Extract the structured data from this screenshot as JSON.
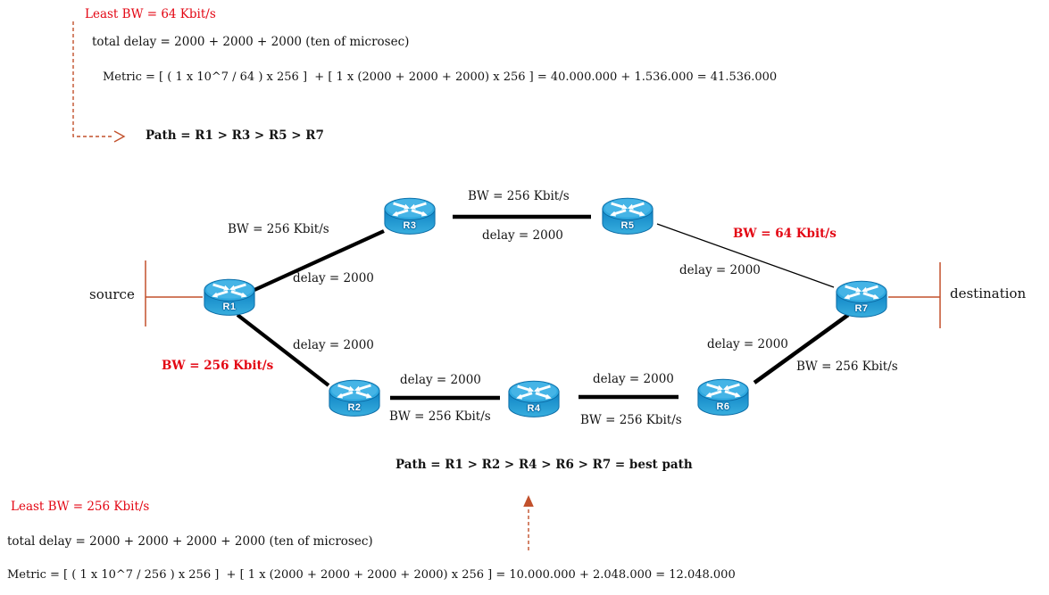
{
  "title": "EIGRP metric calculation network diagram",
  "top_analysis": {
    "least_bw": "Least BW = 64 Kbit/s",
    "total_delay": "total delay = 2000 + 2000 + 2000 (ten of microsec)",
    "metric": "Metric = [ ( 1 x 10^7 / 64 ) x 256 ]  + [ 1 x (2000 + 2000 + 2000) x 256 ] = 40.000.000 + 1.536.000 = 41.536.000",
    "path": "Path = R1 > R3 > R5 > R7"
  },
  "bottom_analysis": {
    "least_bw": "Least BW = 256 Kbit/s",
    "total_delay": "total delay = 2000 + 2000 + 2000 + 2000 (ten of microsec)",
    "metric": "Metric = [ ( 1 x 10^7 / 256 ) x 256 ]  + [ 1 x (2000 + 2000 + 2000 + 2000) x 256 ] = 10.000.000 + 2.048.000 = 12.048.000",
    "path": "Path = R1 > R2 > R4 > R6 > R7 = best path"
  },
  "endpoints": {
    "source": "source",
    "destination": "destination"
  },
  "routers": [
    {
      "id": "R1",
      "label": "R1"
    },
    {
      "id": "R2",
      "label": "R2"
    },
    {
      "id": "R3",
      "label": "R3"
    },
    {
      "id": "R4",
      "label": "R4"
    },
    {
      "id": "R5",
      "label": "R5"
    },
    {
      "id": "R6",
      "label": "R6"
    },
    {
      "id": "R7",
      "label": "R7"
    }
  ],
  "links": [
    {
      "from": "R1",
      "to": "R3",
      "bw": "BW = 256 Kbit/s",
      "delay": "delay = 2000",
      "highlight": false,
      "thin": false
    },
    {
      "from": "R3",
      "to": "R5",
      "bw": "BW = 256 Kbit/s",
      "delay": "delay = 2000",
      "highlight": false,
      "thin": false
    },
    {
      "from": "R5",
      "to": "R7",
      "bw": "BW = 64 Kbit/s",
      "delay": "delay = 2000",
      "highlight": true,
      "thin": true
    },
    {
      "from": "R1",
      "to": "R2",
      "bw": "BW = 256 Kbit/s",
      "delay": "delay = 2000",
      "highlight": true,
      "thin": false
    },
    {
      "from": "R2",
      "to": "R4",
      "bw": "BW = 256 Kbit/s",
      "delay": "delay = 2000",
      "highlight": false,
      "thin": false
    },
    {
      "from": "R4",
      "to": "R6",
      "bw": "BW = 256 Kbit/s",
      "delay": "delay = 2000",
      "highlight": false,
      "thin": false
    },
    {
      "from": "R6",
      "to": "R7",
      "bw": "BW = 256 Kbit/s",
      "delay": "delay = 2000",
      "highlight": false,
      "thin": false
    }
  ],
  "colors": {
    "red_text": "#e30613",
    "annotation_orange": "#c2512c",
    "router_blue_top": "#2fa9e0",
    "router_blue_body": "#0d82c4",
    "link_black": "#000000"
  }
}
